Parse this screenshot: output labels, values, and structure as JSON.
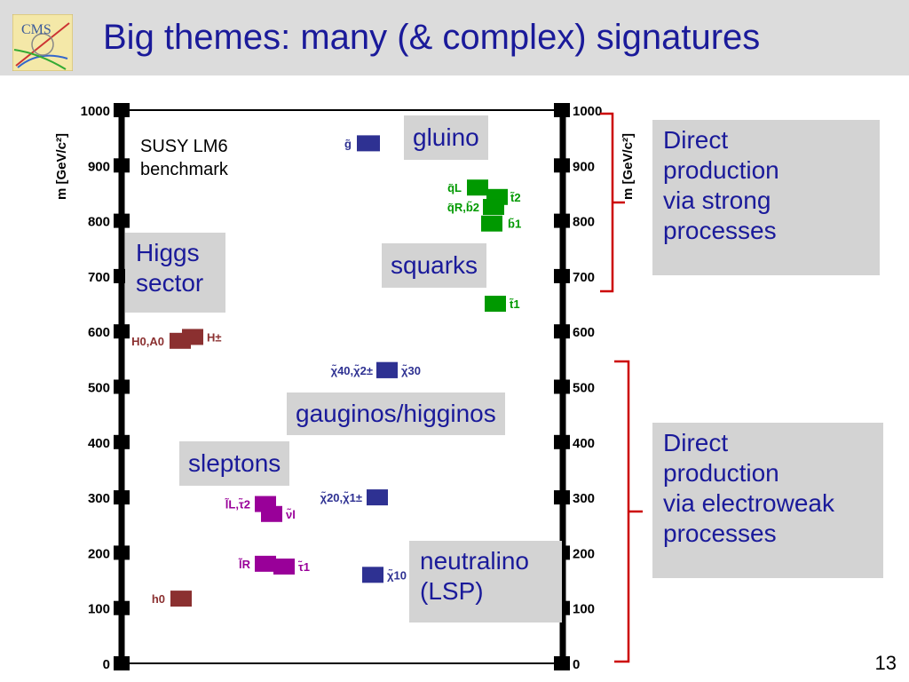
{
  "slide": {
    "title": "Big themes: many (& complex) signatures",
    "logo_text": "CMS",
    "page_number": "13"
  },
  "boxes": {
    "gluino": "gluino",
    "squarks": "squarks",
    "higgs": "Higgs\nsector",
    "gauginos": "gauginos/higginos",
    "sleptons": "sleptons",
    "neutralino": "neutralino\n(LSP)",
    "strong": "Direct\nproduction\nvia strong\nprocesses",
    "electroweak": "Direct\nproduction\nvia electroweak\nprocesses"
  },
  "benchmark_label": "SUSY LM6\nbenchmark",
  "colors": {
    "gluino": "#2e3192",
    "squark": "#009900",
    "higgs": "#8b3030",
    "slepton": "#990099",
    "gaugino": "#2e3192",
    "bracket": "#cc0000",
    "title": "#1a1a9a"
  },
  "chart_data": {
    "type": "scatter",
    "ylabel": "m [GeV/c²]",
    "ylim": [
      0,
      1000
    ],
    "yticks": [
      "0",
      "100",
      "200",
      "300",
      "400",
      "500",
      "600",
      "700",
      "800",
      "900",
      "1000"
    ],
    "series": [
      {
        "name": "g̃",
        "mass": 940,
        "group": "gluino"
      },
      {
        "name": "q̃L",
        "mass": 860,
        "group": "squark"
      },
      {
        "name": "t̃2",
        "mass": 843,
        "group": "squark"
      },
      {
        "name": "q̃R,b̃2",
        "mass": 825,
        "group": "squark"
      },
      {
        "name": "b̃1",
        "mass": 795,
        "group": "squark"
      },
      {
        "name": "t̃1",
        "mass": 650,
        "group": "squark"
      },
      {
        "name": "H0,A0",
        "mass": 583,
        "group": "higgs"
      },
      {
        "name": "H±",
        "mass": 590,
        "group": "higgs"
      },
      {
        "name": "h0",
        "mass": 117,
        "group": "higgs"
      },
      {
        "name": "χ̃40,χ̃2±",
        "mass": 530,
        "group": "gaugino"
      },
      {
        "name": "χ̃30",
        "mass": 530,
        "group": "gaugino"
      },
      {
        "name": "χ̃20,χ̃1±",
        "mass": 300,
        "group": "gaugino"
      },
      {
        "name": "χ̃10",
        "mass": 160,
        "group": "gaugino"
      },
      {
        "name": "l̃L,τ̃2",
        "mass": 288,
        "group": "slepton"
      },
      {
        "name": "ν̃l",
        "mass": 270,
        "group": "slepton"
      },
      {
        "name": "l̃R",
        "mass": 180,
        "group": "slepton"
      },
      {
        "name": "τ̃1",
        "mass": 175,
        "group": "slepton"
      }
    ]
  }
}
